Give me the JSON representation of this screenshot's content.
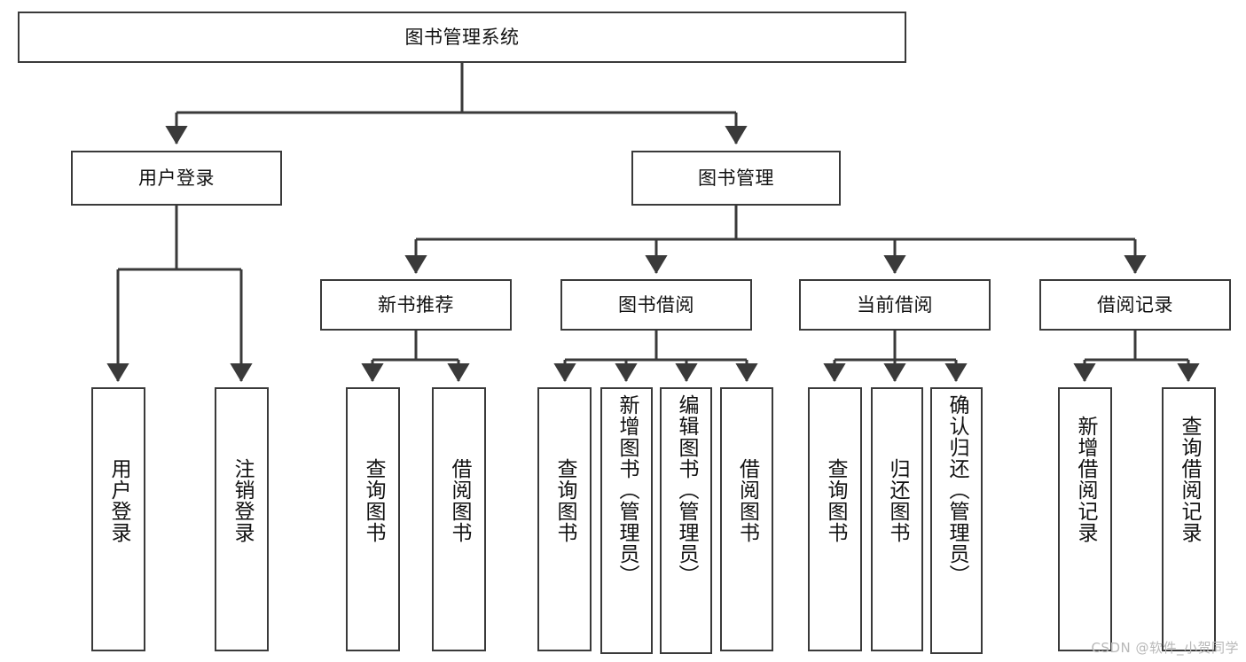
{
  "diagram": {
    "type": "tree-hierarchy-chart",
    "title": "图书管理系统",
    "stroke_color": "#3a3a3a",
    "text_color": "#111111",
    "background_color": "#ffffff"
  },
  "nodes": {
    "root": {
      "label": "图书管理系统"
    },
    "level2": [
      {
        "id": "user-login",
        "label": "用户登录"
      },
      {
        "id": "book-manage",
        "label": "图书管理"
      }
    ],
    "level3": [
      {
        "id": "new-book-recommend",
        "label": "新书推荐"
      },
      {
        "id": "book-borrow",
        "label": "图书借阅"
      },
      {
        "id": "current-borrow",
        "label": "当前借阅"
      },
      {
        "id": "borrow-record",
        "label": "借阅记录"
      }
    ],
    "leaves": {
      "user_login": [
        {
          "id": "leaf-user-login",
          "label": "用户登录"
        },
        {
          "id": "leaf-logout-login",
          "label": "注销登录"
        }
      ],
      "new_book_recommend": [
        {
          "id": "leaf-query-book-1",
          "label": "查询图书"
        },
        {
          "id": "leaf-borrow-book-1",
          "label": "借阅图书"
        }
      ],
      "book_borrow": [
        {
          "id": "leaf-query-book-2",
          "label": "查询图书"
        },
        {
          "id": "leaf-add-book",
          "label": "新增图书（管理员）"
        },
        {
          "id": "leaf-edit-book",
          "label": "编辑图书（管理员）"
        },
        {
          "id": "leaf-borrow-book-2",
          "label": "借阅图书"
        }
      ],
      "current_borrow": [
        {
          "id": "leaf-query-book-3",
          "label": "查询图书"
        },
        {
          "id": "leaf-return-book",
          "label": "归还图书"
        },
        {
          "id": "leaf-confirm-return",
          "label": "确认归还（管理员）"
        }
      ],
      "borrow_record": [
        {
          "id": "leaf-add-record",
          "label": "新增借阅记录"
        },
        {
          "id": "leaf-query-record",
          "label": "查询借阅记录"
        }
      ]
    }
  },
  "watermark": {
    "text": "CSDN @软件_小贺同学"
  }
}
